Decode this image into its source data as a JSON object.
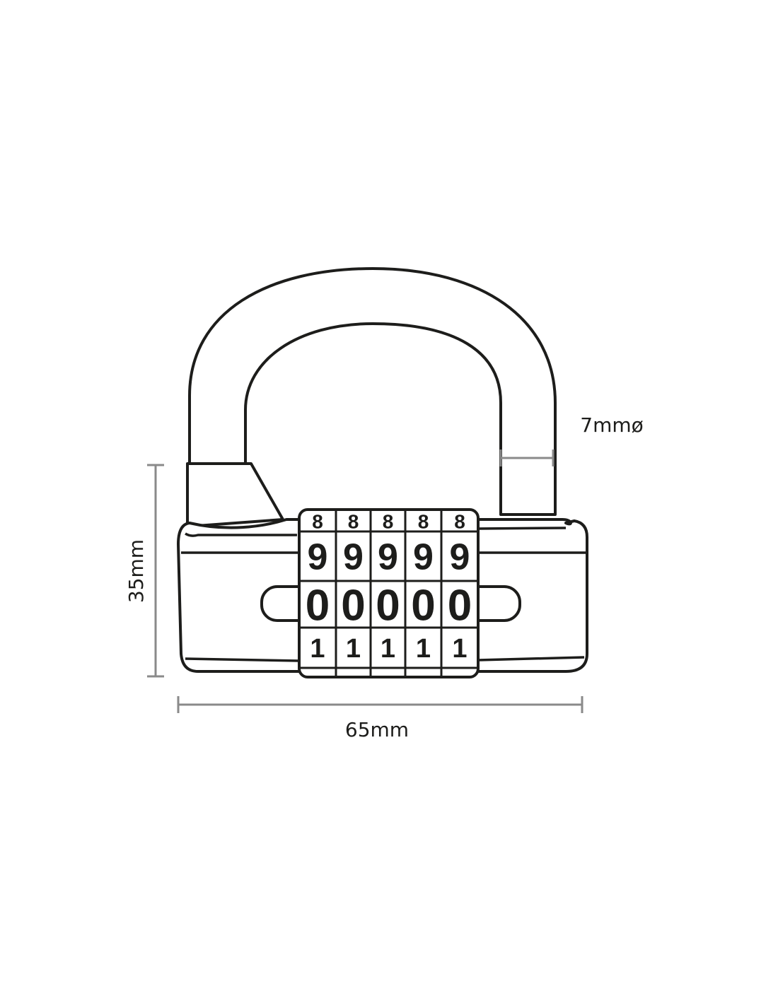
{
  "dimensions": {
    "shackle_diameter": "7mmø",
    "height": "35mm",
    "width": "65mm"
  },
  "dial": {
    "rows": [
      [
        "8",
        "8",
        "8",
        "8",
        "8"
      ],
      [
        "9",
        "9",
        "9",
        "9",
        "9"
      ],
      [
        "0",
        "0",
        "0",
        "0",
        "0"
      ],
      [
        "1",
        "1",
        "1",
        "1",
        "1"
      ]
    ]
  },
  "colors": {
    "outline": "#1d1d1b",
    "dimension_line": "#8a8a8a"
  }
}
